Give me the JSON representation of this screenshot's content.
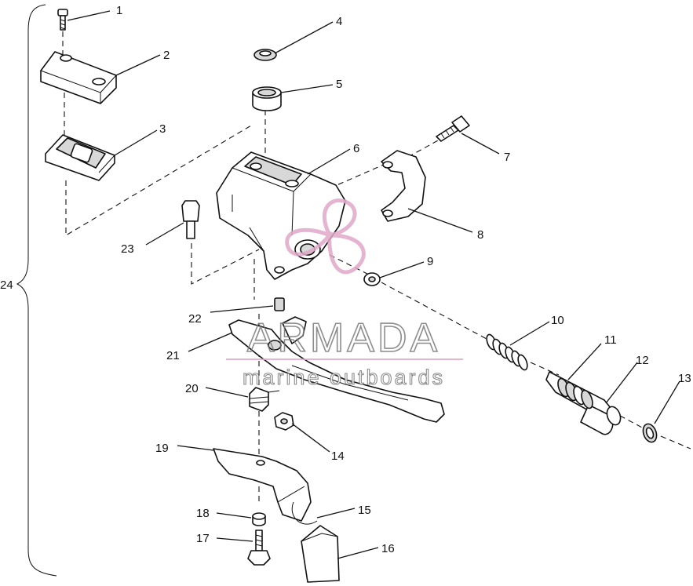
{
  "labels": {
    "p1": "1",
    "p2": "2",
    "p3": "3",
    "p4": "4",
    "p5": "5",
    "p6": "6",
    "p7": "7",
    "p8": "8",
    "p9": "9",
    "p10": "10",
    "p11": "11",
    "p12": "12",
    "p13": "13",
    "p14": "14",
    "p15": "15",
    "p16": "16",
    "p17": "17",
    "p18": "18",
    "p19": "19",
    "p20": "20",
    "p21": "21",
    "p22": "22",
    "p23": "23",
    "p24": "24"
  },
  "watermark": {
    "brand": "ARMADA",
    "tagline": "marine outboards",
    "logo_color": "#e0a8c8"
  }
}
